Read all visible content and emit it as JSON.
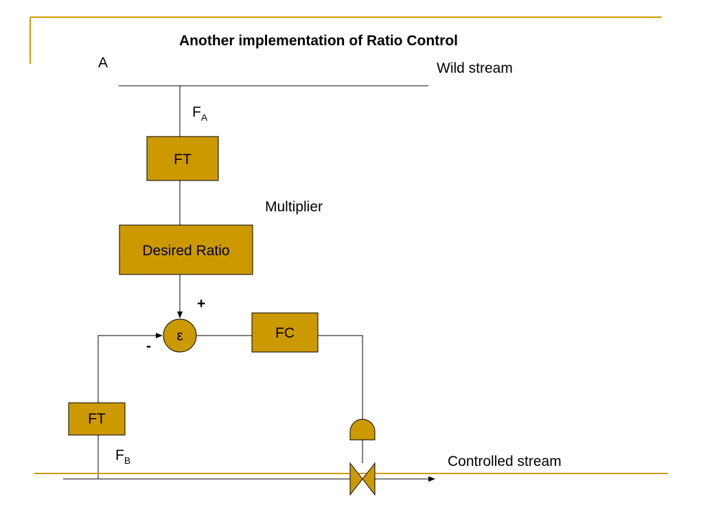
{
  "colors": {
    "accent": "#D09A00",
    "block_fill": "#CC9900",
    "line": "#000000"
  },
  "diagram": {
    "title": "Another implementation of Ratio Control",
    "stream_a_label": "A",
    "wild_stream_label": "Wild stream",
    "fa_main": "F",
    "fa_sub": "A",
    "ft_top_label": "FT",
    "multiplier_label": "Multiplier",
    "desired_ratio_label": "Desired Ratio",
    "plus_sign": "+",
    "minus_sign": "-",
    "epsilon_label": "ε",
    "fc_label": "FC",
    "ft_bottom_label": "FT",
    "fb_main": "F",
    "fb_sub": "B",
    "controlled_stream_label": "Controlled stream"
  }
}
